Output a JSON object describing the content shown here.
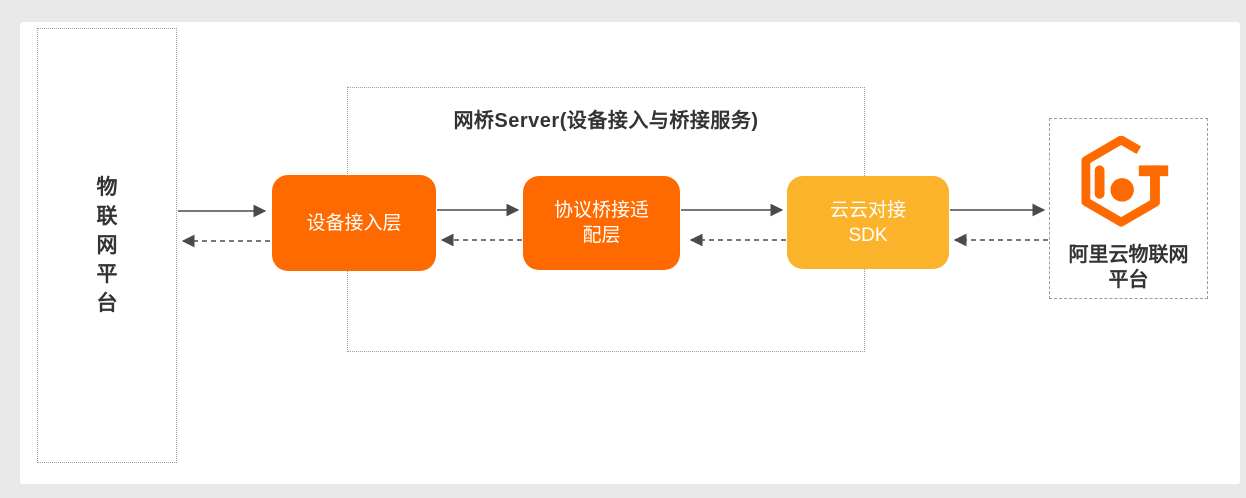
{
  "colors": {
    "accent_orange": "#FF6A00",
    "accent_amber": "#FBB32C",
    "arrow_gray": "#4a4a4a",
    "border_gray": "#9c9c9c",
    "text_dark": "#333333",
    "node_text": "#ffffff",
    "canvas_bg": "#e9e9e9",
    "panel_bg": "#ffffff"
  },
  "diagram": {
    "iot_platform_box": {
      "label": "物联网平台",
      "chars": [
        "物",
        "联",
        "网",
        "平",
        "台"
      ]
    },
    "bridge_server_group": {
      "title": "网桥Server(设备接入与桥接服务)",
      "device_access_layer": {
        "lines": [
          "设备接入层"
        ]
      },
      "protocol_bridge_layer": {
        "lines": [
          "协议桥接适",
          "配层"
        ]
      },
      "cloud_sdk": {
        "lines": [
          "云云对接",
          "SDK"
        ]
      }
    },
    "aliyun_platform_box": {
      "icon": "aliyun-iot-logo",
      "label": "阿里云物联网平台",
      "lines": [
        "阿里云物联网",
        "平台"
      ]
    }
  }
}
